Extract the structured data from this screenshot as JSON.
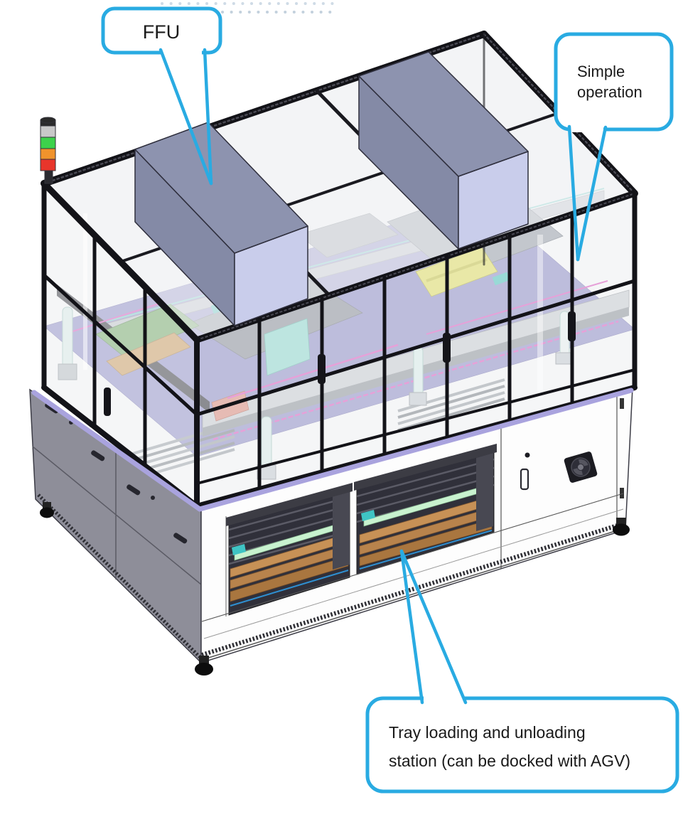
{
  "figure": {
    "type": "isometric-cad-machine-illustration",
    "accent_color": "#29abe2"
  },
  "callouts": {
    "ffu": {
      "label": "FFU"
    },
    "simple_operation": {
      "lines": [
        "Simple",
        "operation"
      ]
    },
    "tray_station": {
      "lines": [
        "Tray loading and unloading",
        "station (can be docked with AGV)"
      ]
    }
  },
  "machine": {
    "signal_tower": {
      "segment_colors_top_to_bottom": [
        "#2b2b2b",
        "#c9c9c9",
        "#3dd24b",
        "#f0932c",
        "#e8352b"
      ]
    },
    "colors": {
      "frame": "#17171c",
      "glass": "#eceef0",
      "interior_deck": "#8f8cc9",
      "accent_strip": "#a9a3de",
      "ffu_box_top": "#8d93af",
      "ffu_box_front": "#848aa6",
      "ffu_box_end": "#c9cdeb",
      "base_left_face": "#8e8e99",
      "base_front_face": "#ffffff",
      "tray_wood": "#c79156",
      "tray_rail_mint": "#c8f2cf",
      "yellow_unit": "#e6e35e",
      "fan": "#1c1c22",
      "feet": "#0d0d0d"
    }
  }
}
